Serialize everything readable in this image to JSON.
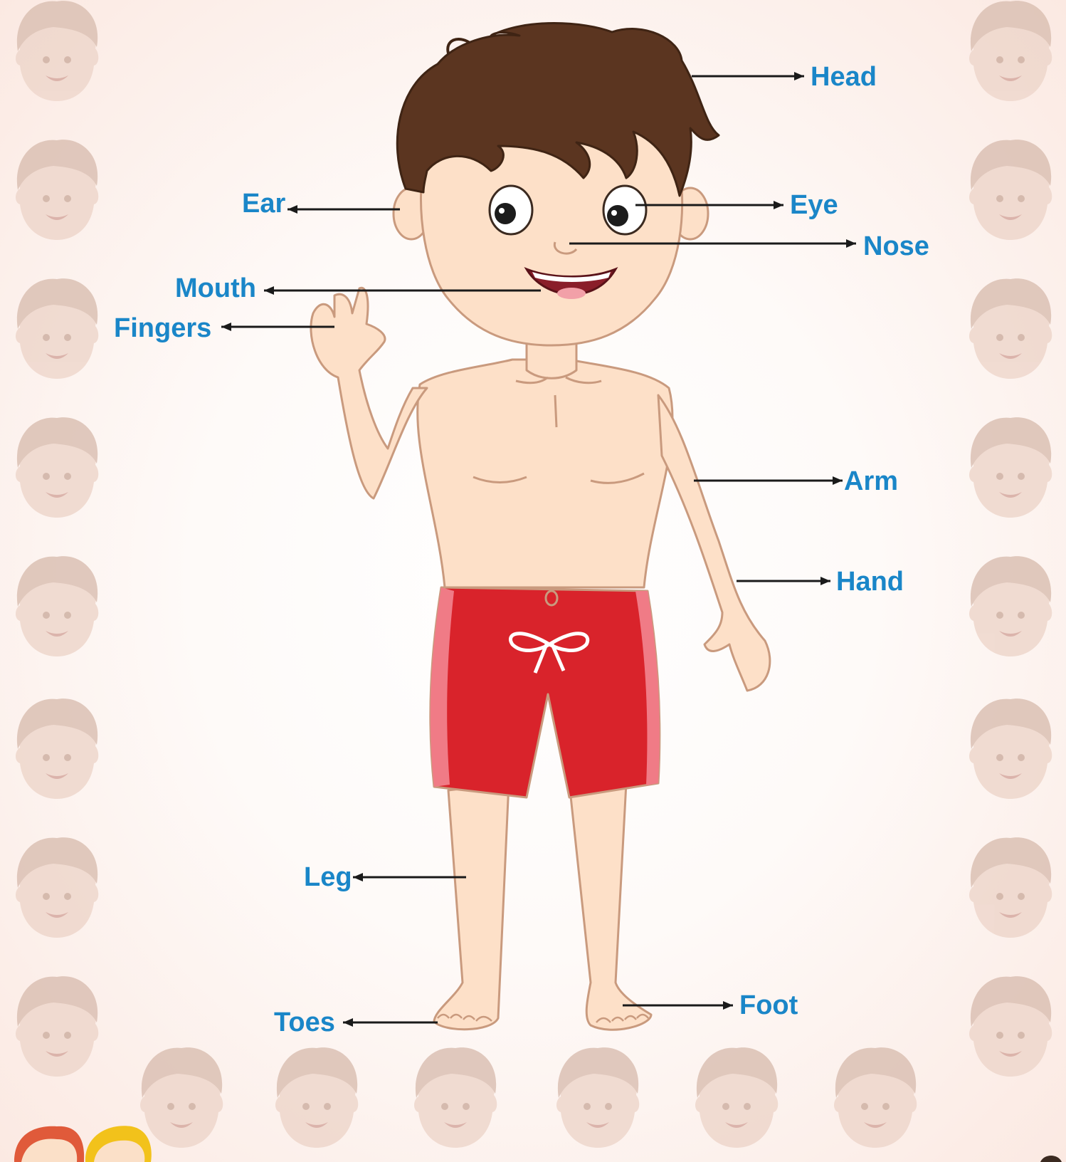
{
  "colors": {
    "label": "#1a86c8",
    "arrow": "#1a1a1a",
    "skin": "#fde0c8",
    "skin_outline": "#c99a7e",
    "hair": "#5b3520",
    "shorts": "#d9232b",
    "shorts_stripe": "#f07b86",
    "background_edge": "#fbe9e2",
    "faded_face": "#e8cbbd"
  },
  "icons": {
    "figure": "boy-figure-illustration",
    "pattern": "faded-boy-face-icon",
    "corner": "child-faces-icon"
  },
  "labels": {
    "head": "Head",
    "ear": "Ear",
    "eye": "Eye",
    "nose": "Nose",
    "mouth": "Mouth",
    "fingers": "Fingers",
    "arm": "Arm",
    "hand": "Hand",
    "leg": "Leg",
    "toes": "Toes",
    "foot": "Foot"
  }
}
